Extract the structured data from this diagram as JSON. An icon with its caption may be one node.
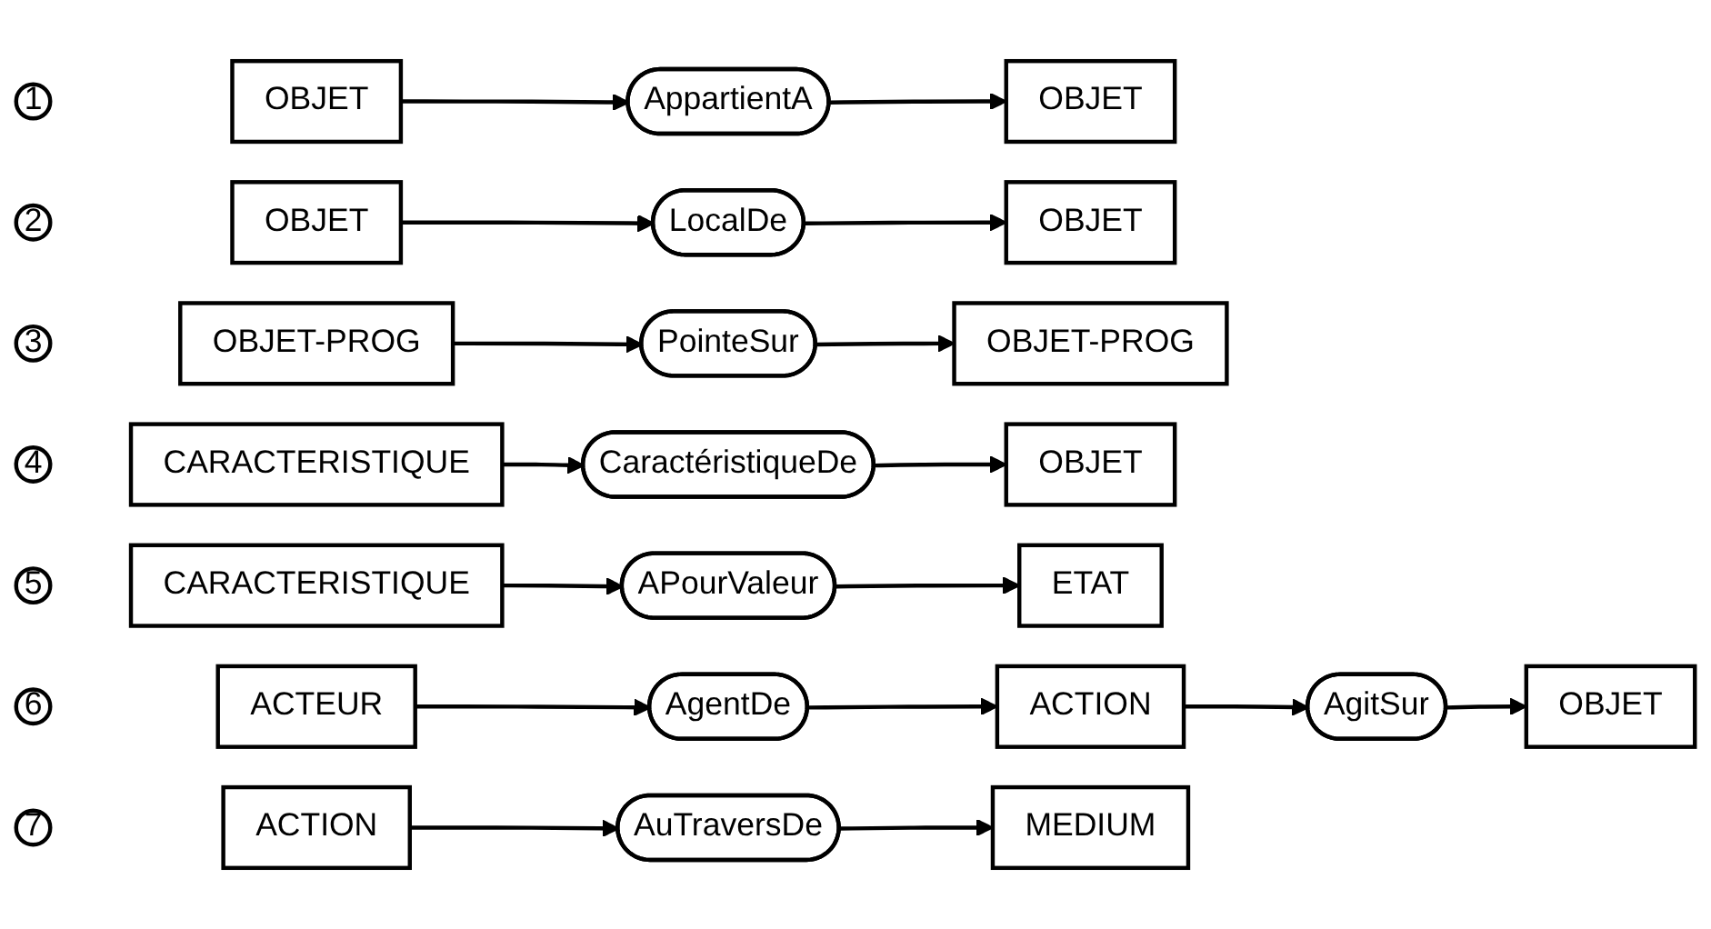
{
  "diagram": {
    "nodes": [
      {
        "text": [
          "1"
        ]
      },
      {
        "text": [
          "OBJET"
        ]
      },
      {
        "text": [
          "AppartientA"
        ]
      },
      {
        "text": [
          "OBJET"
        ]
      },
      {
        "text": [
          "2"
        ]
      },
      {
        "text": [
          "OBJET"
        ]
      },
      {
        "text": [
          "LocalDe"
        ]
      },
      {
        "text": [
          "OBJET"
        ]
      },
      {
        "text": [
          "3"
        ]
      },
      {
        "text": [
          "OBJET-PROG"
        ]
      },
      {
        "text": [
          "PointeSur"
        ]
      },
      {
        "text": [
          "OBJET-PROG"
        ]
      },
      {
        "text": [
          "4"
        ]
      },
      {
        "text": [
          "CARACTERISTIQUE"
        ]
      },
      {
        "text": [
          "CaractéristiqueDe"
        ]
      },
      {
        "text": [
          "OBJET"
        ]
      },
      {
        "text": [
          "5"
        ]
      },
      {
        "text": [
          "CARACTERISTIQUE"
        ]
      },
      {
        "text": [
          "APourValeur"
        ]
      },
      {
        "text": [
          "ETAT"
        ]
      },
      {
        "text": [
          "6"
        ]
      },
      {
        "text": [
          "ACTEUR"
        ]
      },
      {
        "text": [
          "AgentDe"
        ]
      },
      {
        "text": [
          "ACTION"
        ]
      },
      {
        "text": [
          "AgitSur"
        ]
      },
      {
        "text": [
          "OBJET"
        ]
      },
      {
        "text": [
          "7"
        ]
      },
      {
        "text": [
          "ACTION"
        ]
      },
      {
        "text": [
          "AuTraversDe"
        ]
      },
      {
        "text": [
          "MEDIUM"
        ]
      }
    ],
    "edges": [
      {
        "from": 1,
        "to": 2,
        "arrow": "to"
      },
      {
        "from": 2,
        "to": 3,
        "arrow": "to"
      },
      {
        "from": 5,
        "to": 6,
        "arrow": "to"
      },
      {
        "from": 6,
        "to": 7,
        "arrow": "to"
      },
      {
        "from": 9,
        "to": 10,
        "arrow": "to"
      },
      {
        "from": 10,
        "to": 11,
        "arrow": "to"
      },
      {
        "from": 13,
        "to": 14,
        "arrow": "to"
      },
      {
        "from": 14,
        "to": 15,
        "arrow": "to"
      },
      {
        "from": 17,
        "to": 18,
        "arrow": "to"
      },
      {
        "from": 18,
        "to": 19,
        "arrow": "to"
      },
      {
        "from": 21,
        "to": 22,
        "arrow": "to"
      },
      {
        "from": 22,
        "to": 23,
        "arrow": "to"
      },
      {
        "from": 23,
        "to": 24,
        "arrow": "to"
      },
      {
        "from": 24,
        "to": 25,
        "arrow": "to"
      },
      {
        "from": 27,
        "to": 28,
        "arrow": "to"
      },
      {
        "from": 28,
        "to": 29,
        "arrow": "to"
      }
    ]
  }
}
